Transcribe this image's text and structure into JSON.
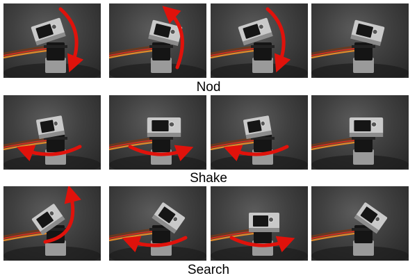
{
  "rows": [
    {
      "caption": "Nod",
      "frames": [
        {
          "pose": "tilt-forward",
          "arrow": "arc-down-right",
          "arrow_icon": "curved-arrow-down-icon"
        },
        {
          "pose": "tilt-back",
          "arrow": "arc-up-left",
          "arrow_icon": "curved-arrow-up-icon"
        },
        {
          "pose": "tilt-forward",
          "arrow": "arc-down-right",
          "arrow_icon": "curved-arrow-down-icon"
        },
        {
          "pose": "tilt-back",
          "arrow": "none",
          "arrow_icon": ""
        }
      ]
    },
    {
      "caption": "Shake",
      "frames": [
        {
          "pose": "yaw-left",
          "arrow": "arc-left",
          "arrow_icon": "curved-arrow-left-icon"
        },
        {
          "pose": "yaw-right",
          "arrow": "arc-right",
          "arrow_icon": "curved-arrow-right-icon"
        },
        {
          "pose": "yaw-left",
          "arrow": "arc-left",
          "arrow_icon": "curved-arrow-left-icon"
        },
        {
          "pose": "yaw-right",
          "arrow": "none",
          "arrow_icon": ""
        }
      ]
    },
    {
      "caption": "Search",
      "frames": [
        {
          "pose": "tilt-up-left",
          "arrow": "arc-up-right",
          "arrow_icon": "curved-arrow-up-icon"
        },
        {
          "pose": "tilt-up-right",
          "arrow": "arc-left",
          "arrow_icon": "curved-arrow-left-icon"
        },
        {
          "pose": "tilt-down",
          "arrow": "arc-right",
          "arrow_icon": "curved-arrow-right-icon"
        },
        {
          "pose": "tilt-up-right",
          "arrow": "none",
          "arrow_icon": ""
        }
      ]
    }
  ],
  "colors": {
    "arrow": "#e0120b",
    "bracket": "#c9c9c9",
    "bracket_shadow": "#8c8c8c",
    "servo": "#151515",
    "wire_red": "#c8301c",
    "wire_orange": "#e08a2a",
    "wire_brown": "#6b3a1e",
    "background_dark": "#262626"
  }
}
